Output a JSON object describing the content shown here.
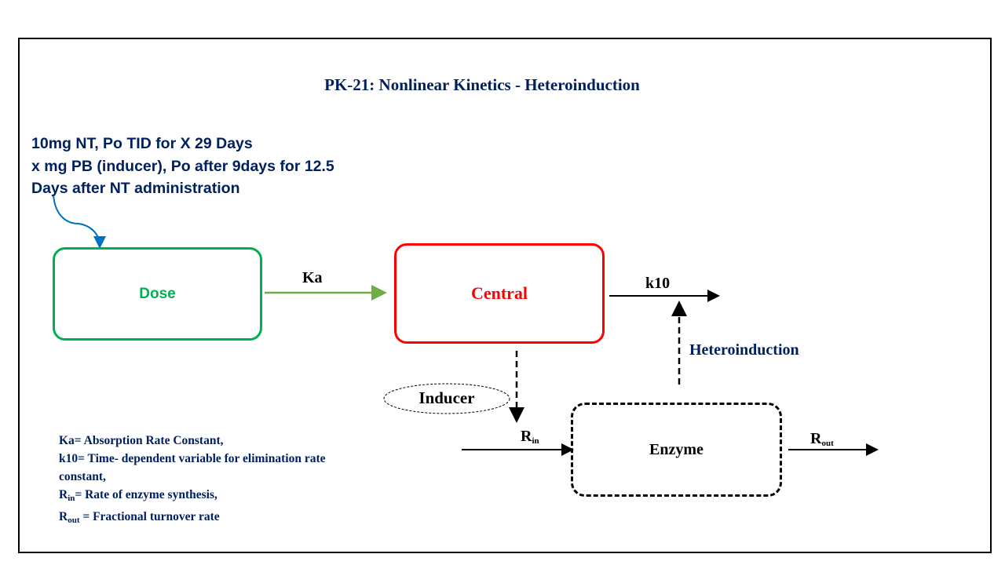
{
  "title": "PK-21: Nonlinear Kinetics - Heteroinduction",
  "dosing": [
    "10mg NT, Po TID for X 29 Days",
    "x mg PB (inducer), Po after 9days for 12.5",
    "Days after NT administration"
  ],
  "nodes": {
    "dose": "Dose",
    "central": "Central",
    "enzyme": "Enzyme",
    "inducer": "Inducer"
  },
  "labels": {
    "ka": "Ka",
    "k10": "k10",
    "heteroinduction": "Heteroinduction",
    "rin_main": "R",
    "rin_sub": "in",
    "rout_main": "R",
    "rout_sub": "out"
  },
  "legend": {
    "ka": "Ka= Absorption Rate Constant,",
    "k10a": "k10= Time- dependent variable for elimination rate",
    "k10b": "constant,",
    "rin_main": "R",
    "rin_sub": "in",
    "rin_text": "= Rate of enzyme synthesis,",
    "rout_main": "R",
    "rout_sub": "out",
    "rout_text": " = Fractional turnover rate"
  },
  "colors": {
    "navy": "#002060",
    "green": "#00b050",
    "red": "#ff0000",
    "ka_arrow": "#70ad47",
    "blue_arrow": "#0070c0"
  }
}
